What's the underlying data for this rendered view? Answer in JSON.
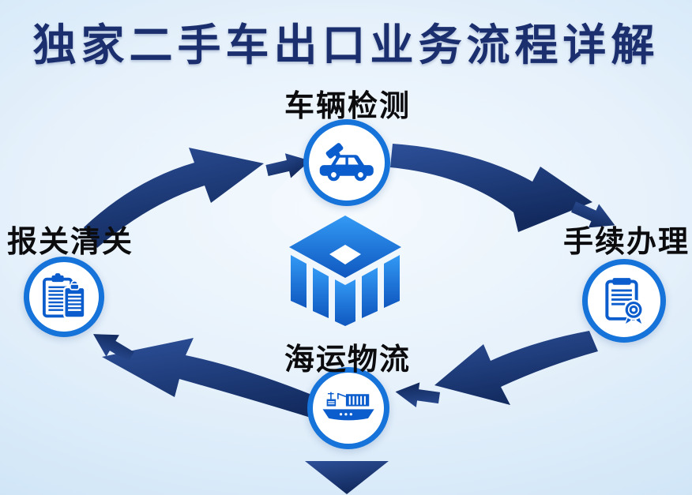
{
  "title": "独家二手车出口业务流程详解",
  "steps": [
    {
      "id": "vehicle-inspection",
      "label": "车辆检测",
      "icon": "car-gavel-icon",
      "position": "top"
    },
    {
      "id": "procedure-handling",
      "label": "手续办理",
      "icon": "certificate-seal-icon",
      "position": "right"
    },
    {
      "id": "sea-logistics",
      "label": "海运物流",
      "icon": "cargo-ship-icon",
      "position": "bottom"
    },
    {
      "id": "customs-clearance",
      "label": "报关清关",
      "icon": "clipboard-documents-icon",
      "position": "left"
    }
  ],
  "flow": {
    "type": "circular-cycle",
    "direction": "clockwise",
    "arrows": [
      {
        "from": "报关清关",
        "to": "车辆检测"
      },
      {
        "from": "车辆检测",
        "to": "手续办理"
      },
      {
        "from": "手续办理",
        "to": "海运物流"
      },
      {
        "from": "海运物流",
        "to": "报关清关"
      }
    ]
  },
  "center_logo": {
    "name": "cube-crate-logo",
    "shape": "isometric blue cube, white diamond on top face, slatted sides"
  },
  "colors": {
    "background_edge": "#c6def3",
    "background_center": "#f5fafe",
    "title_navy": "#1b2f6e",
    "arrow_navy_light": "#2d5099",
    "arrow_navy_dark": "#122a5e",
    "circle_ring_blue": "#1573da",
    "icon_blue": "#0b5ccc",
    "cube_blue_light": "#339af5",
    "cube_blue_dark": "#0f57bf",
    "label_black": "#0c0c0e"
  }
}
